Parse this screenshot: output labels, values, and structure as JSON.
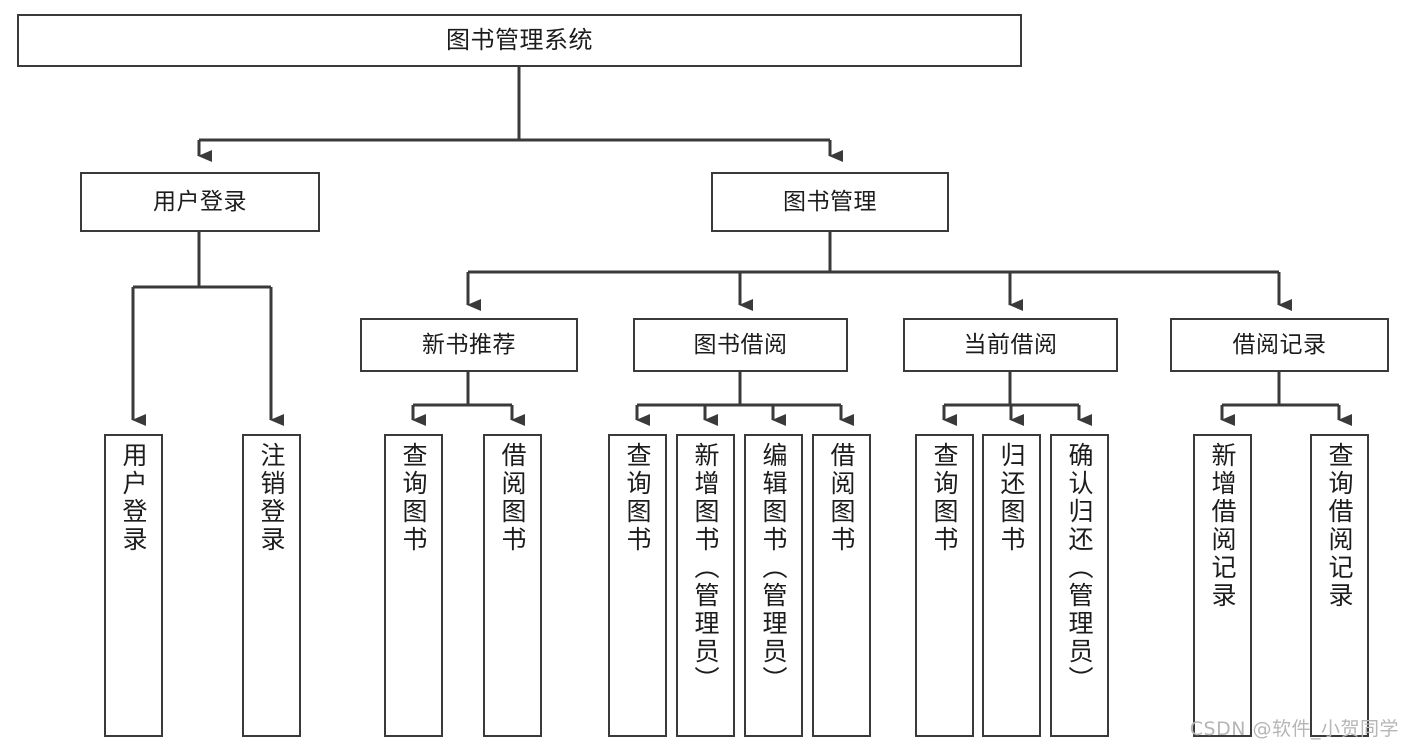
{
  "diagram": {
    "title": "图书管理系统",
    "type": "hierarchy-tree",
    "orientation": "top-down",
    "line_color": "#3a3a3a",
    "box_fill": "#ffffff",
    "text_color": "#1c1c1c",
    "watermark": "CSDN @软件_小贺同学"
  },
  "nodes": {
    "root": {
      "label": "图书管理系统",
      "level": 0
    },
    "level1": [
      {
        "id": "user-login",
        "label": "用户登录",
        "level": 1
      },
      {
        "id": "book-manage",
        "label": "图书管理",
        "level": 1
      }
    ],
    "level2": [
      {
        "id": "new-book-recommend",
        "label": "新书推荐",
        "level": 2,
        "parent": "book-manage"
      },
      {
        "id": "book-borrow",
        "label": "图书借阅",
        "level": 2,
        "parent": "book-manage"
      },
      {
        "id": "current-borrow",
        "label": "当前借阅",
        "level": 2,
        "parent": "book-manage"
      },
      {
        "id": "borrow-record",
        "label": "借阅记录",
        "level": 2,
        "parent": "book-manage"
      }
    ],
    "leaves": [
      {
        "id": "leaf-user-login",
        "label": "用户登录",
        "parent": "user-login"
      },
      {
        "id": "leaf-user-logout",
        "label": "注销登录",
        "parent": "user-login"
      },
      {
        "id": "leaf-rec-query-book",
        "label": "查询图书",
        "parent": "new-book-recommend"
      },
      {
        "id": "leaf-rec-borrow-book",
        "label": "借阅图书",
        "parent": "new-book-recommend"
      },
      {
        "id": "leaf-bb-query-book",
        "label": "查询图书",
        "parent": "book-borrow"
      },
      {
        "id": "leaf-bb-add-book",
        "label": "新增图书（管理员）",
        "parent": "book-borrow"
      },
      {
        "id": "leaf-bb-edit-book",
        "label": "编辑图书（管理员）",
        "parent": "book-borrow"
      },
      {
        "id": "leaf-bb-borrow-book",
        "label": "借阅图书",
        "parent": "book-borrow"
      },
      {
        "id": "leaf-cb-query-book",
        "label": "查询图书",
        "parent": "current-borrow"
      },
      {
        "id": "leaf-cb-return-book",
        "label": "归还图书",
        "parent": "current-borrow"
      },
      {
        "id": "leaf-cb-confirm-return",
        "label": "确认归还（管理员）",
        "parent": "current-borrow"
      },
      {
        "id": "leaf-br-add-record",
        "label": "新增借阅记录",
        "parent": "borrow-record"
      },
      {
        "id": "leaf-br-query-record",
        "label": "查询借阅记录",
        "parent": "borrow-record"
      }
    ]
  }
}
